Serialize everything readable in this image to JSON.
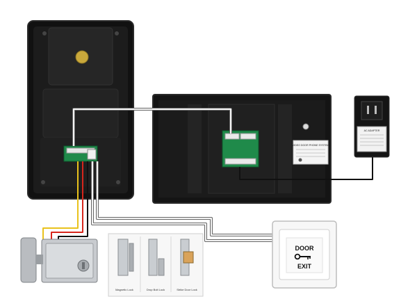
{
  "exit_button": {
    "line1": "DOOR",
    "line2": "EXIT"
  },
  "power_adapter": {
    "label": "AC ADAPTER"
  },
  "monitor": {
    "label": "VIDEO DOOR PHONE SYSTEM"
  },
  "locks": {
    "magnetic": "Magnetic Lock",
    "drop_bolt": "Drop Bolt Lock",
    "strike": "Strike Door Lock"
  },
  "colors": {
    "device_body": "#151515",
    "wire_white": "#f4f4f4",
    "wire_red": "#d8261c",
    "wire_yellow": "#e9c21c",
    "wire_black": "#111111",
    "pcb_green": "#1f8a4a"
  }
}
